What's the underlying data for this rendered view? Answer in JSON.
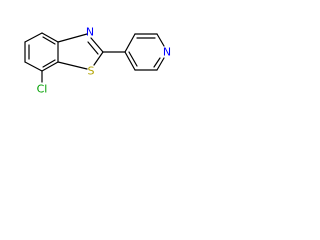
{
  "molecule": {
    "atoms": {
      "n_thiazole": "N",
      "s_thiazole": "S",
      "n_pyridine": "N",
      "chlorine": "Cl"
    },
    "colors": {
      "N": "#0000ff",
      "S": "#b3a300",
      "Cl": "#00a000",
      "bond": "#000000"
    }
  }
}
